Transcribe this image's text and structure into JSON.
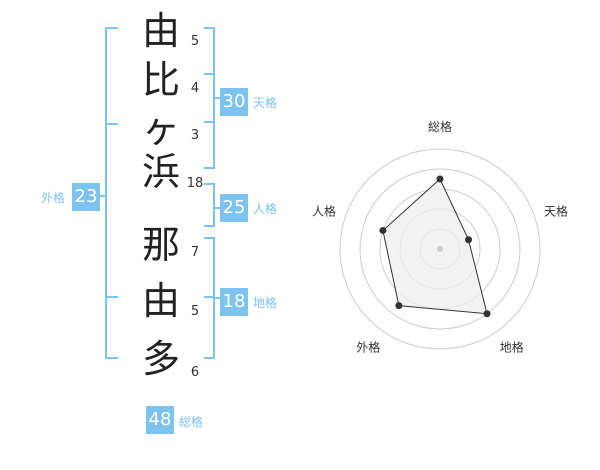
{
  "name": {
    "characters": [
      {
        "char": "由",
        "strokes": "5"
      },
      {
        "char": "比",
        "strokes": "4"
      },
      {
        "char": "ヶ",
        "strokes": "3"
      },
      {
        "char": "浜",
        "strokes": "18"
      },
      {
        "char": "那",
        "strokes": "7"
      },
      {
        "char": "由",
        "strokes": "5"
      },
      {
        "char": "多",
        "strokes": "6"
      }
    ]
  },
  "fortunes": {
    "tenkaku": {
      "value": "30",
      "label": "天格"
    },
    "jinkaku": {
      "value": "25",
      "label": "人格"
    },
    "chikaku": {
      "value": "18",
      "label": "地格"
    },
    "gaikaku": {
      "value": "23",
      "label": "外格"
    },
    "soukaku": {
      "value": "48",
      "label": "総格"
    }
  },
  "colors": {
    "accent": "#7cc3f0",
    "radar_fill": "#eeeeee",
    "ring": "#cccccc"
  },
  "chart_data": {
    "type": "radar",
    "axes": [
      "総格",
      "天格",
      "地格",
      "外格",
      "人格"
    ],
    "values": [
      3.5,
      1.5,
      4,
      3.5,
      3
    ],
    "max": 5,
    "rings": 5
  }
}
